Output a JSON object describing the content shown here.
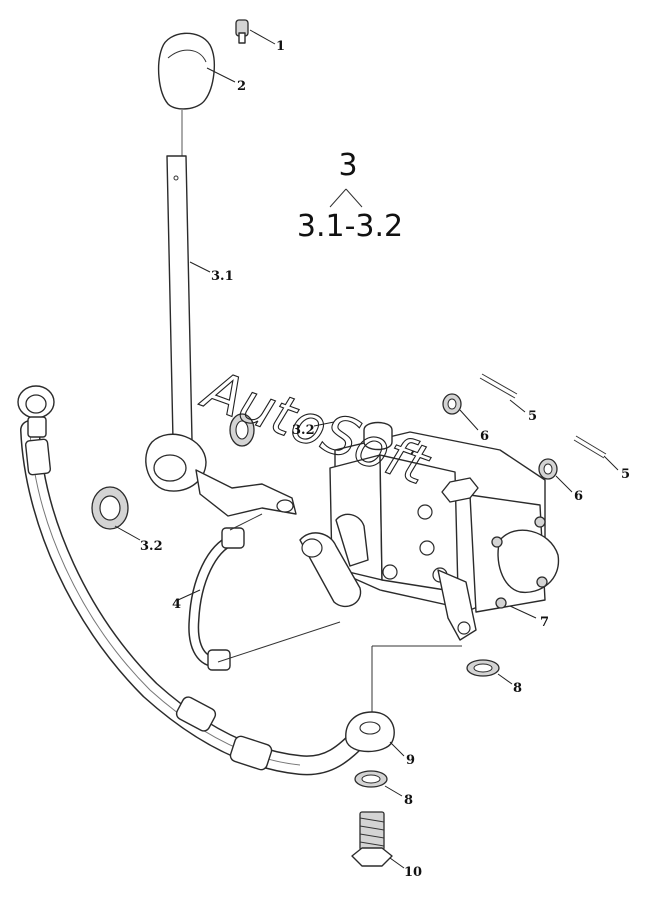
{
  "diagram": {
    "group_title": "3",
    "group_range": "3.1-3.2",
    "watermark": "AutoSoft",
    "callouts": {
      "c1": "1",
      "c2": "2",
      "c3_1": "3.1",
      "c3_2a": "3.2",
      "c3_2b": "3.2",
      "c4": "4",
      "c5a": "5",
      "c5b": "5",
      "c6a": "6",
      "c6b": "6",
      "c7": "7",
      "c8a": "8",
      "c8b": "8",
      "c9": "9",
      "c10": "10"
    }
  }
}
